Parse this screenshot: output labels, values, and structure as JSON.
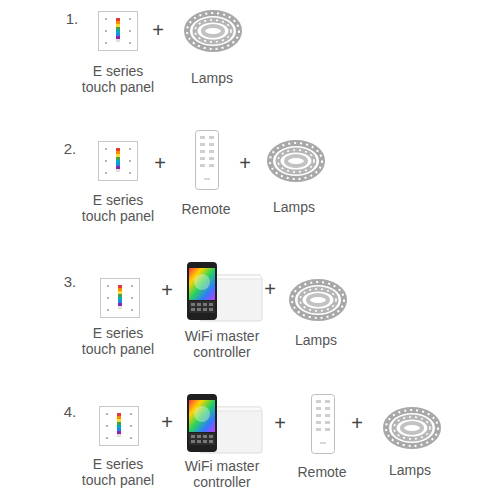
{
  "diagram": {
    "labels": [
      "1.",
      "E series touch panel",
      "+",
      "Lamps",
      "2.",
      "E series touch panel",
      "+",
      "Remote",
      "+",
      "Lamps",
      "3.",
      "E series touch panel",
      "+",
      "WiFi master controller",
      "+",
      "Lamps",
      "4.",
      "E series touch panel",
      "+",
      "WiFi master controller",
      "+",
      "Remote",
      "+",
      "Lamps"
    ]
  }
}
